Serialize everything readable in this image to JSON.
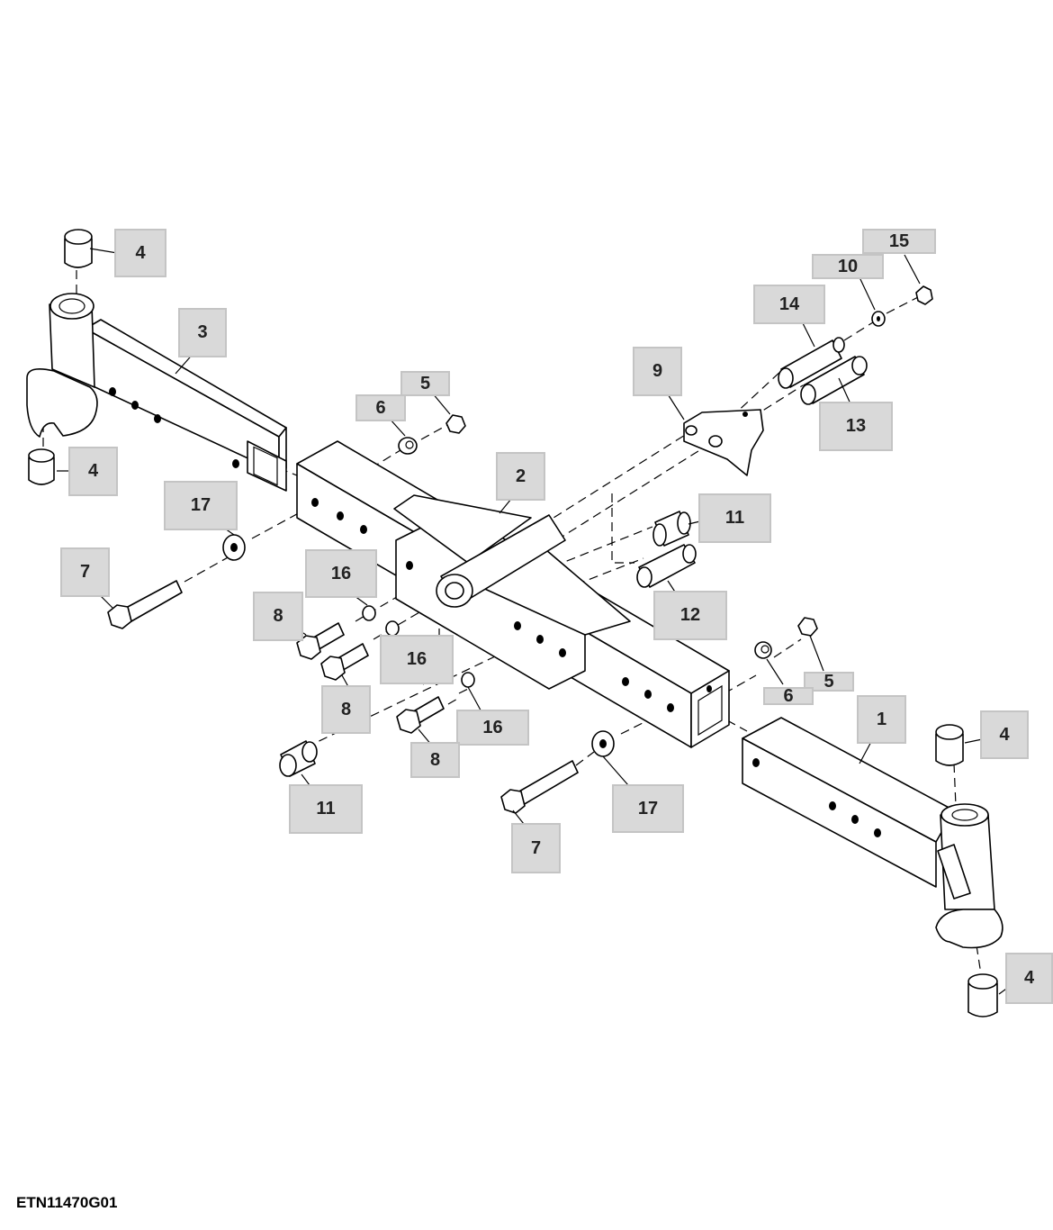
{
  "figure_id": "ETN11470G01",
  "callouts": [
    {
      "label": "4"
    },
    {
      "label": "3"
    },
    {
      "label": "4"
    },
    {
      "label": "17"
    },
    {
      "label": "7"
    },
    {
      "label": "6"
    },
    {
      "label": "5"
    },
    {
      "label": "2"
    },
    {
      "label": "9"
    },
    {
      "label": "14"
    },
    {
      "label": "10"
    },
    {
      "label": "15"
    },
    {
      "label": "13"
    },
    {
      "label": "11"
    },
    {
      "label": "12"
    },
    {
      "label": "16"
    },
    {
      "label": "8"
    },
    {
      "label": "16"
    },
    {
      "label": "8"
    },
    {
      "label": "16"
    },
    {
      "label": "8"
    },
    {
      "label": "11"
    },
    {
      "label": "17"
    },
    {
      "label": "7"
    },
    {
      "label": "5"
    },
    {
      "label": "6"
    },
    {
      "label": "1"
    },
    {
      "label": "4"
    },
    {
      "label": "4"
    }
  ]
}
